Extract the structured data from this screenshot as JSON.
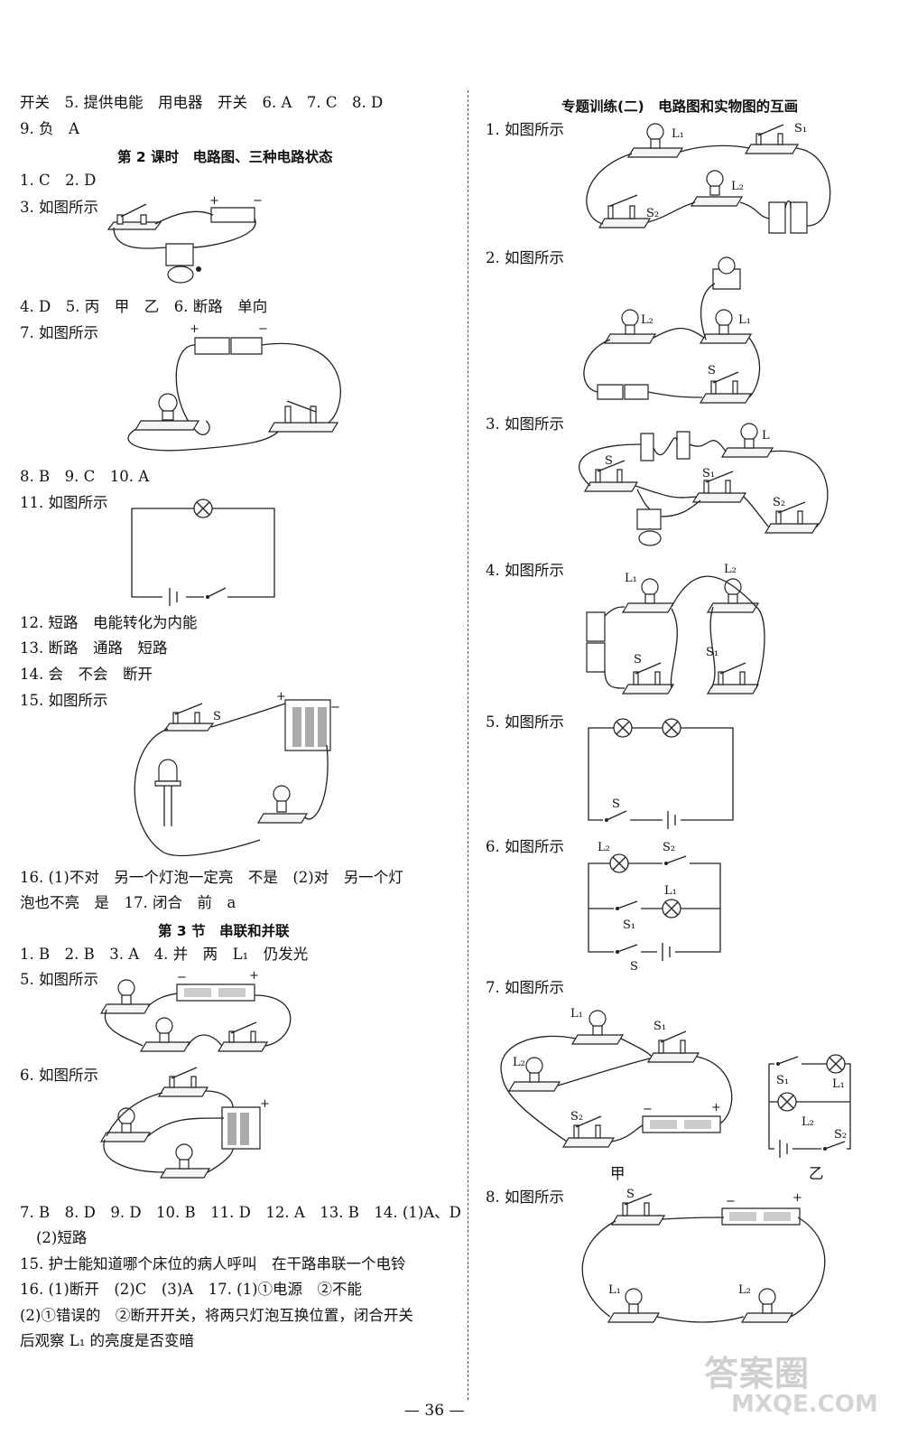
{
  "left": {
    "l1": "开关　5. 提供电能　用电器　开关　6. A　7. C　8. D",
    "l2": "9. 负　A",
    "h1": "第 2 课时　电路图、三种电路状态",
    "l3": "1. C　2. D",
    "l4": "3. 如图所示",
    "l5": "4. D　5. 丙　甲　乙　6. 断路　单向",
    "l6": "7. 如图所示",
    "l7": "8. B　9. C　10. A",
    "l8": "11. 如图所示",
    "l9": "12. 短路　电能转化为内能",
    "l10": "13. 断路　通路　短路",
    "l11": "14. 会　不会　断开",
    "l12": "15. 如图所示",
    "l13": "16. (1)不对　另一个灯泡一定亮　不是　(2)对　另一个灯",
    "l14": "泡也不亮　是　17. 闭合　前　a",
    "h2": "第 3 节　串联和并联",
    "l15": "1. B　2. B　3. A　4. 并　两　L₁　仍发光",
    "l16": "5. 如图所示",
    "l17": "6. 如图所示",
    "l18": "7. B　8. D　9. D　10. B　11. D　12. A　13. B　14. (1)A、D",
    "l19": "(2)短路",
    "l20": "15. 护士能知道哪个床位的病人呼叫　在干路串联一个电铃",
    "l21": "16. (1)断开　(2)C　(3)A　17. (1)①电源　②不能",
    "l22": "(2)①错误的　②断开开关，将两只灯泡互换位置，闭合开关",
    "l23": "后观察 L₁ 的亮度是否变暗"
  },
  "right": {
    "h1": "专题训练(二)　电路图和实物图的互画",
    "r1": "1. 如图所示",
    "r2": "2. 如图所示",
    "r3": "3. 如图所示",
    "r4": "4. 如图所示",
    "r5": "5. 如图所示",
    "r6": "6. 如图所示",
    "r7": "7. 如图所示",
    "r8": "8. 如图所示",
    "cap_jia": "甲",
    "cap_yi": "乙"
  },
  "labels": {
    "L1": "L₁",
    "L2": "L₂",
    "L": "L",
    "S": "S",
    "S1": "S₁",
    "S2": "S₂",
    "plus": "+",
    "minus": "−"
  },
  "page_number": "— 36 —",
  "watermark": "答案圈",
  "watermark_url": "MXQE.COM"
}
